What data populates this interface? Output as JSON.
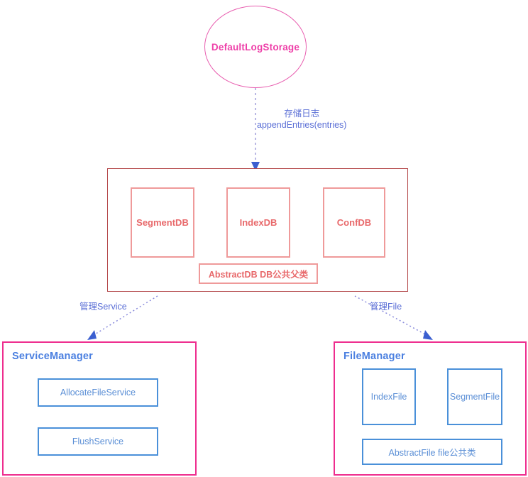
{
  "diagram": {
    "root": {
      "name": "DefaultLogStorage",
      "shape": "circle",
      "color": "#ee3fa8"
    },
    "edges": [
      {
        "id": "store-log",
        "from": "DefaultLogStorage",
        "to": "DB Group",
        "label_line1": "存储日志",
        "label_line2": "appendEntries(entries)",
        "style": "dotted",
        "color": "#8b8fd6"
      },
      {
        "id": "manage-service",
        "from": "DB Group",
        "to": "ServiceManager",
        "label_line1": "管理Service",
        "label_line2": "",
        "style": "dotted",
        "color": "#8b8fd6"
      },
      {
        "id": "manage-file",
        "from": "DB Group",
        "to": "FileManager",
        "label_line1": "管理File",
        "label_line2": "",
        "style": "dotted",
        "color": "#8b8fd6"
      }
    ],
    "db_group": {
      "border_color": "#b4484a",
      "nodes": [
        {
          "id": "segment-db",
          "label": "SegmentDB"
        },
        {
          "id": "index-db",
          "label": "IndexDB"
        },
        {
          "id": "conf-db",
          "label": "ConfDB"
        }
      ],
      "base_node": {
        "id": "abstract-db",
        "label": "AbstractDB    DB公共父类"
      }
    },
    "service_manager": {
      "title": "ServiceManager",
      "border_color": "#ee2d8e",
      "nodes": [
        {
          "id": "allocate-file-service",
          "label": "AllocateFileService"
        },
        {
          "id": "flush-service",
          "label": "FlushService"
        }
      ]
    },
    "file_manager": {
      "title": "FileManager",
      "border_color": "#ee2d8e",
      "nodes": [
        {
          "id": "index-file",
          "label": "IndexFile"
        },
        {
          "id": "segment-file",
          "label": "SegmentFile"
        }
      ],
      "base_node": {
        "id": "abstract-file",
        "label": "AbstractFile file公共类"
      }
    }
  }
}
